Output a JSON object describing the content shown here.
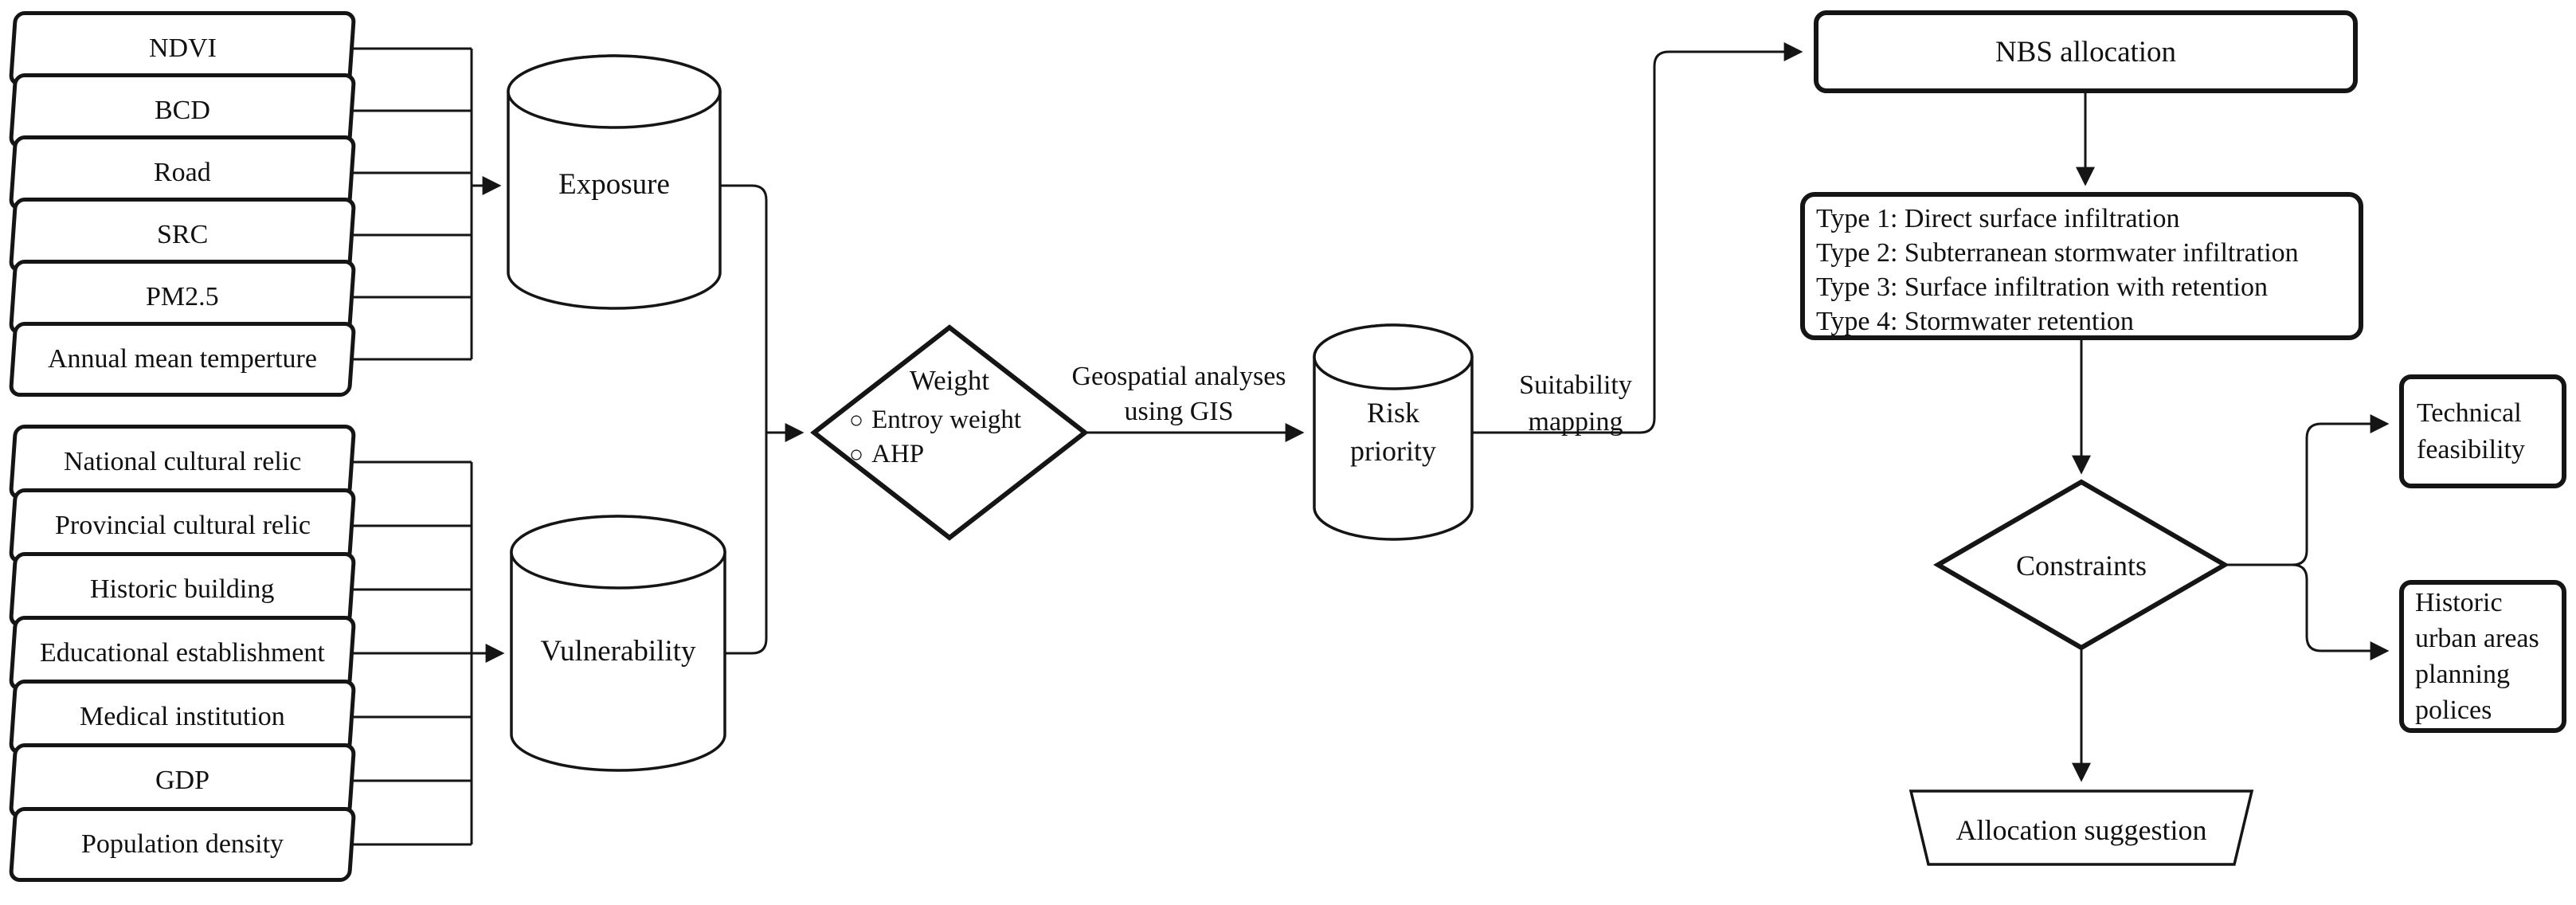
{
  "colors": {
    "stroke": "#151515",
    "background": "#ffffff"
  },
  "exposure_stack": {
    "items": [
      "NDVI",
      "BCD",
      "Road",
      "SRC",
      "PM2.5",
      "Annual mean temperture"
    ]
  },
  "vulnerability_stack": {
    "items": [
      "National cultural relic",
      "Provincial cultural relic",
      "Historic building",
      "Educational establishment",
      "Medical institution",
      "GDP",
      "Population density"
    ]
  },
  "cylinders": {
    "exposure": "Exposure",
    "vulnerability": "Vulnerability",
    "risk_priority": "Risk\npriority"
  },
  "weight_diamond": {
    "title": "Weight",
    "options": [
      {
        "icon": "○",
        "label": "Entroy weight"
      },
      {
        "icon": "○",
        "label": "AHP"
      }
    ]
  },
  "edge_labels": {
    "geospatial": "Geospatial analyses\nusing GIS",
    "suitability": "Suitability\nmapping"
  },
  "nbs_allocation": {
    "label": "NBS allocation"
  },
  "nbs_types": {
    "items": [
      "Type 1: Direct surface infiltration",
      "Type 2: Subterranean stormwater infiltration",
      "Type 3: Surface infiltration with retention",
      "Type 4: Stormwater retention"
    ]
  },
  "constraints_diamond": {
    "label": "Constraints"
  },
  "outputs": {
    "technical": "Technical\nfeasibility",
    "historic": "Historic\nurban areas\nplanning\npolices",
    "allocation": "Allocation suggestion"
  }
}
